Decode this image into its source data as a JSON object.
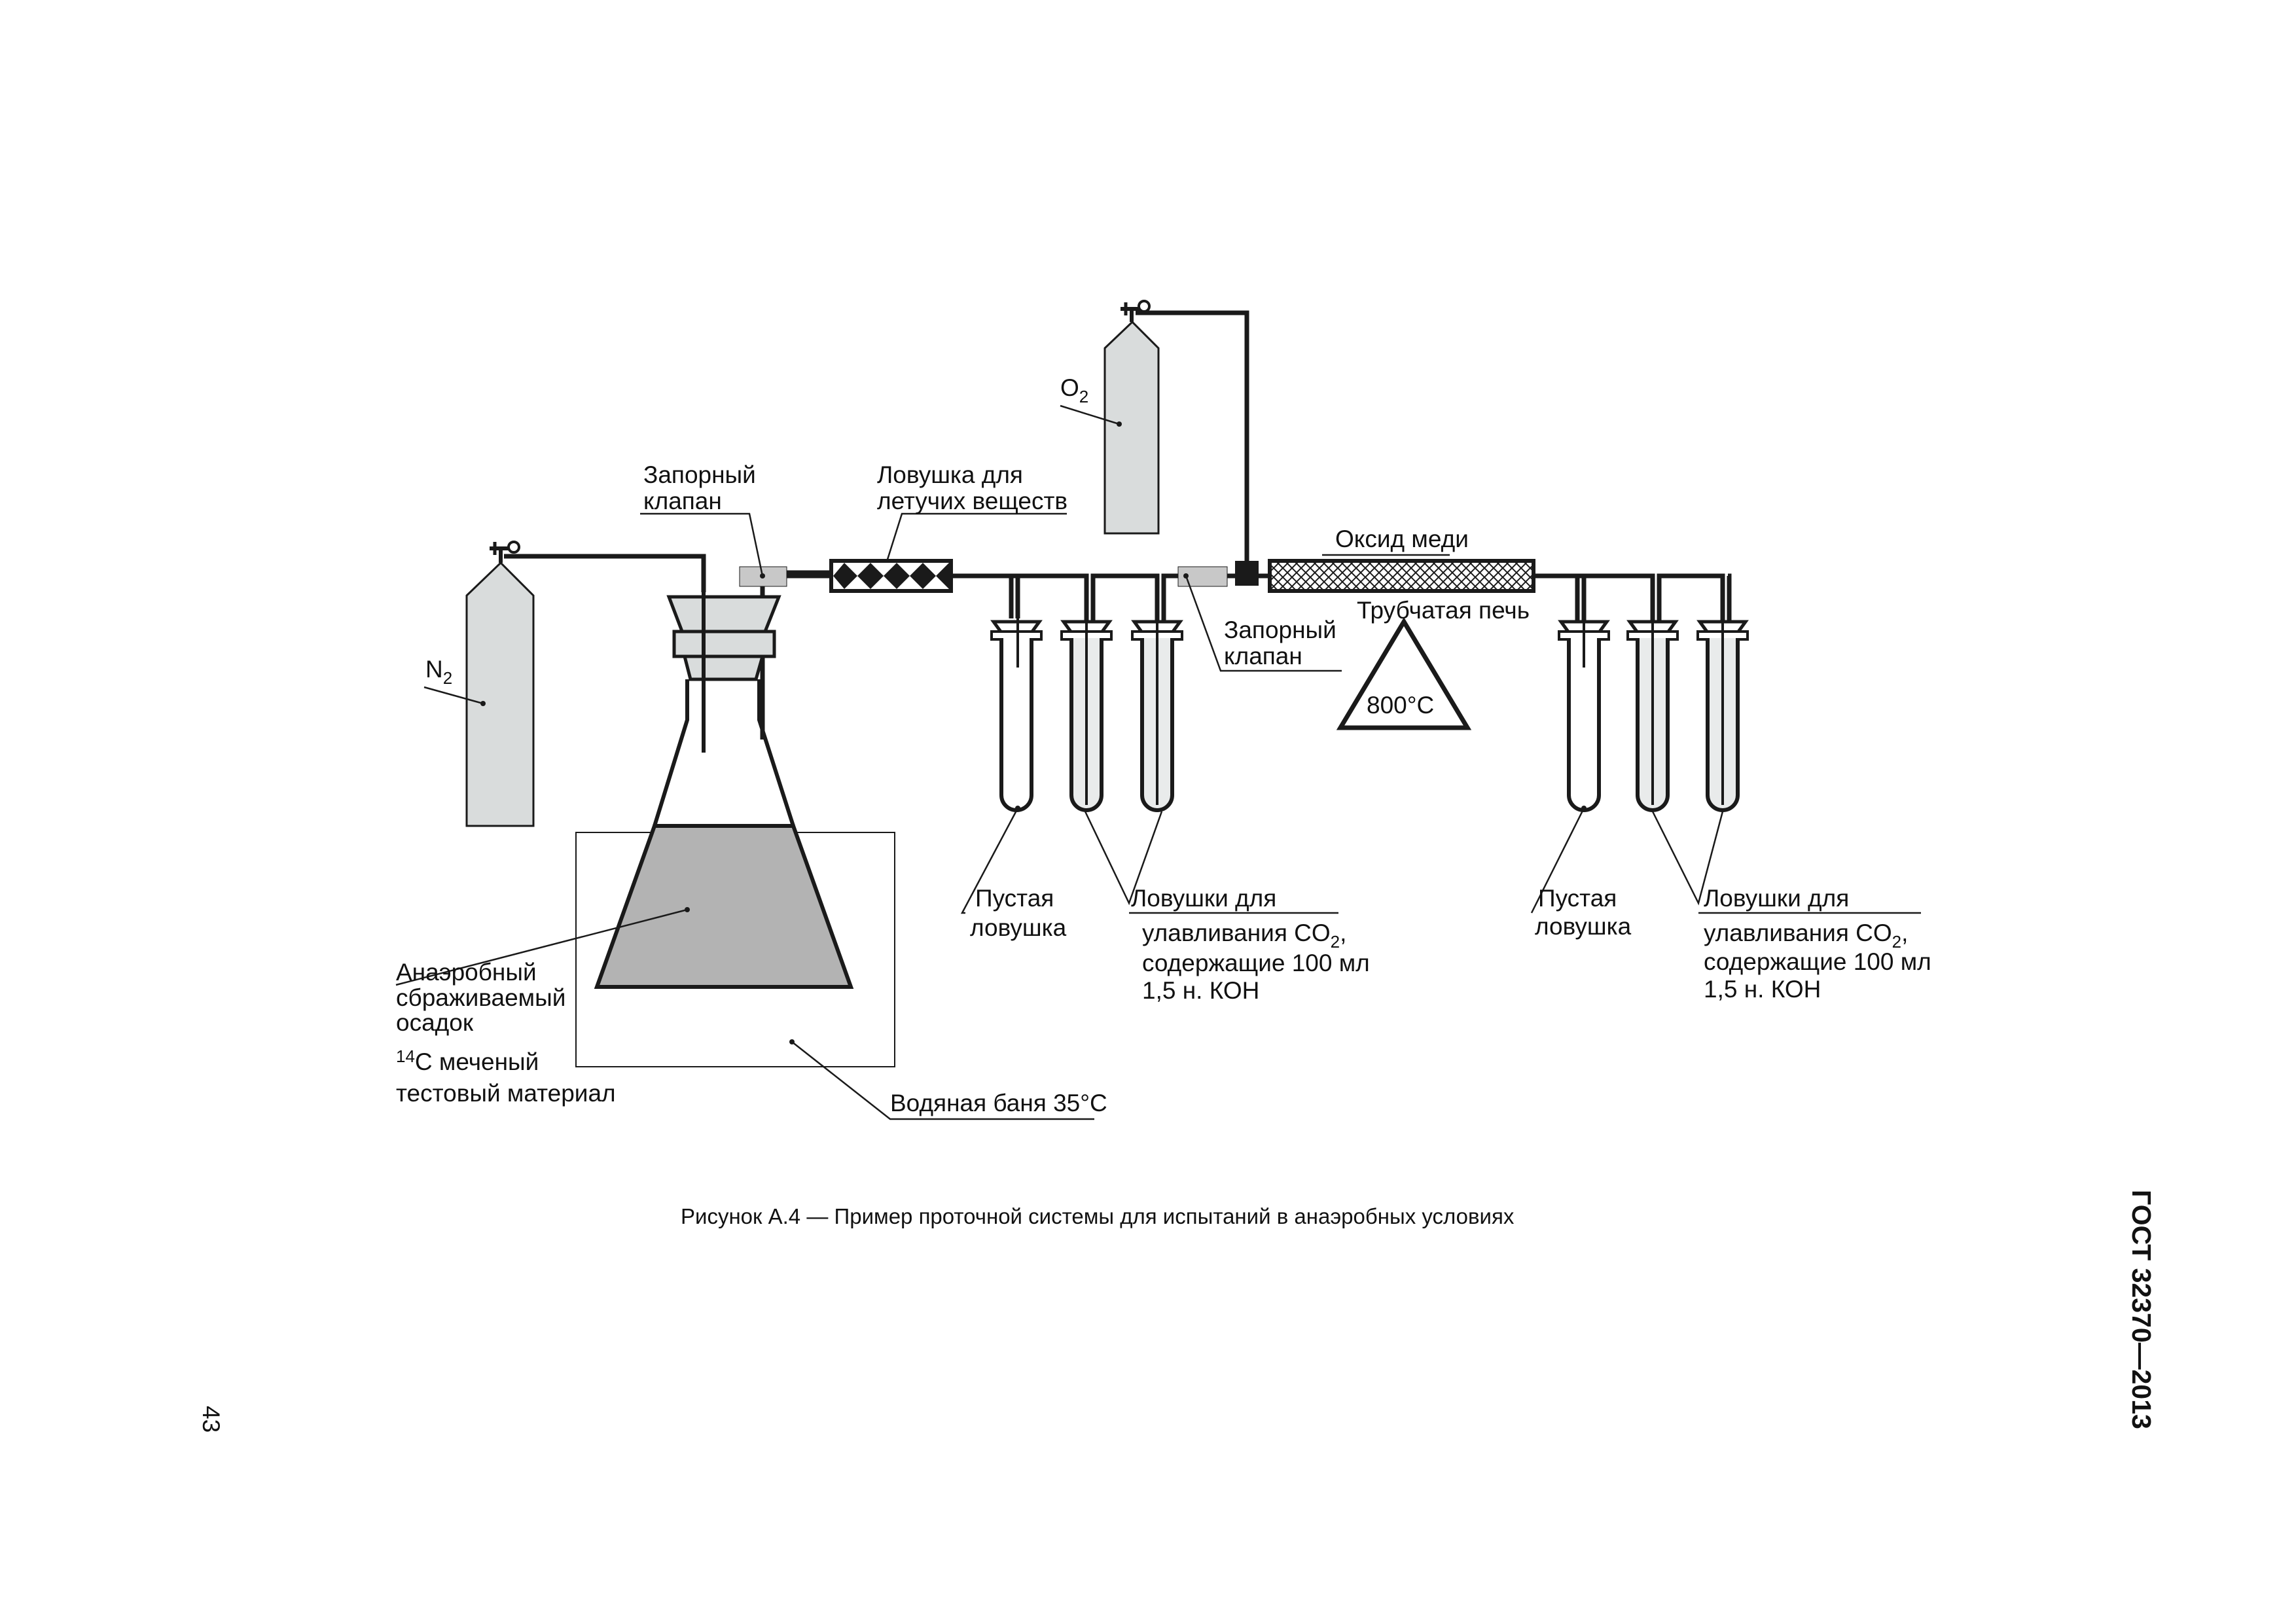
{
  "labels": {
    "n2": "N",
    "n2_sub": "2",
    "o2": "O",
    "o2_sub": "2",
    "valve1_l1": "Запорный",
    "valve1_l2": "клапан",
    "trap_volatile_l1": "Ловушка для",
    "trap_volatile_l2": "летучих веществ",
    "copper_oxide": "Оксид меди",
    "tube_furnace": "Трубчатая печь",
    "furnace_temp": "800°C",
    "valve2_l1": "Запорный",
    "valve2_l2": "клапан",
    "empty_trap_l1": "Пустая",
    "empty_trap_l2": "ловушка",
    "co2_traps_l1": "Ловушки для",
    "co2_traps_l2a": "улавливания CO",
    "co2_traps_l2b": "2",
    "co2_traps_l2c": ",",
    "co2_traps_l3": "содержащие 100 мл",
    "co2_traps_l4": "1,5 н. КОН",
    "empty_trap2_l1": "Пустая",
    "empty_trap2_l2": "ловушка",
    "co2_traps2_l1": "Ловушки для",
    "co2_traps2_l2a": "улавливания CO",
    "co2_traps2_l2b": "2",
    "co2_traps2_l2c": ",",
    "co2_traps2_l3": "содержащие 100 мл",
    "co2_traps2_l4": "1,5 н. КОН",
    "sludge_l1": "Анаэробный",
    "sludge_l2": "сбраживаемый",
    "sludge_l3": "осадок",
    "test_sup": "14",
    "test_l1": "C меченый",
    "test_l2": "тестовый материал",
    "water_bath": "Водяная баня 35°C"
  },
  "caption": "Рисунок А.4 — Пример проточной системы для испытаний в анаэробных условиях",
  "side_header": "ГОСТ 32370—2013",
  "page_number": "43",
  "colors": {
    "line": "#1a1a1a",
    "cylinder": "#d9dcdc",
    "valve": "#c8c8c8",
    "sludge": "#b3b3b3",
    "water_liquid": "#e9ebeb"
  }
}
